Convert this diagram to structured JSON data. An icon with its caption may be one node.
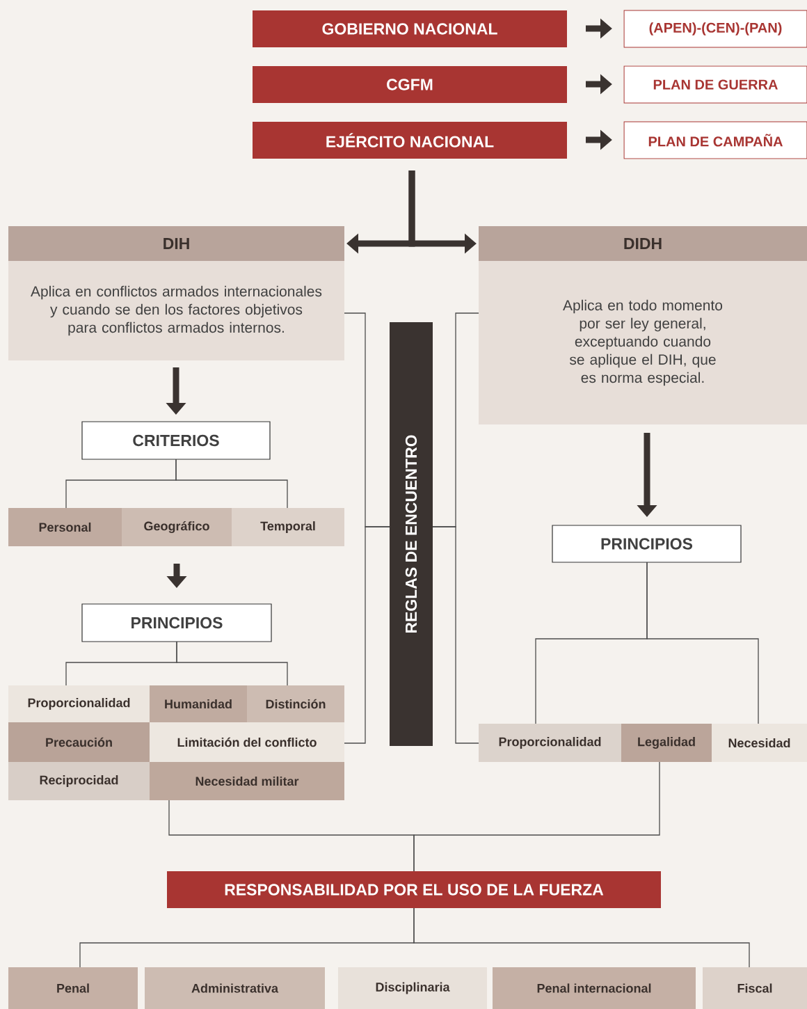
{
  "diagram": {
    "nodes": [
      {
        "text": [
          "GOBIERNO NACIONAL"
        ]
      },
      {
        "text": [
          "(APEN)-(CEN)-(PAN)"
        ]
      },
      {
        "text": [
          "CGFM"
        ]
      },
      {
        "text": [
          "PLAN DE GUERRA"
        ]
      },
      {
        "text": [
          "EJÉRCITO NACIONAL"
        ]
      },
      {
        "text": [
          "PLAN DE CAMPAÑA"
        ]
      },
      {
        "text": [
          "DIH",
          "Aplica en conflictos armados internacionales y cuando se den los factores objetivos para conflictos armados internos."
        ]
      },
      {
        "text": [
          "DIDH",
          "Aplica en todo momento por ser ley general, exceptuando cuando se aplique el DIH, que es norma especial."
        ]
      },
      {
        "text": [
          "REGLAS DE ENCUENTRO"
        ]
      },
      {
        "text": [
          "CRITERIOS"
        ]
      },
      {
        "text": [
          "Personal"
        ]
      },
      {
        "text": [
          "Geográfico"
        ]
      },
      {
        "text": [
          "Temporal"
        ]
      },
      {
        "text": [
          "PRINCIPIOS"
        ]
      },
      {
        "text": [
          "Proporcionalidad"
        ]
      },
      {
        "text": [
          "Humanidad"
        ]
      },
      {
        "text": [
          "Distinción"
        ]
      },
      {
        "text": [
          "Precaución"
        ]
      },
      {
        "text": [
          "Limitación del conflicto"
        ]
      },
      {
        "text": [
          "Reciprocidad"
        ]
      },
      {
        "text": [
          "Necesidad militar"
        ]
      },
      {
        "text": [
          "PRINCIPIOS"
        ]
      },
      {
        "text": [
          "Proporcionalidad"
        ]
      },
      {
        "text": [
          "Legalidad"
        ]
      },
      {
        "text": [
          "Necesidad"
        ]
      },
      {
        "text": [
          "RESPONSABILIDAD POR EL USO DE LA FUERZA"
        ]
      },
      {
        "text": [
          "Penal"
        ]
      },
      {
        "text": [
          "Administrativa"
        ]
      },
      {
        "text": [
          "Disciplinaria"
        ]
      },
      {
        "text": [
          "Penal internacional"
        ]
      },
      {
        "text": [
          "Fiscal"
        ]
      }
    ],
    "edges": [
      {
        "from": 0,
        "to": 1,
        "arrow": "to",
        "style": "thick"
      },
      {
        "from": 2,
        "to": 3,
        "arrow": "to",
        "style": "thick"
      },
      {
        "from": 4,
        "to": 5,
        "arrow": "to",
        "style": "thick"
      },
      {
        "from": 4,
        "to": 6,
        "arrow": "to",
        "style": "thick"
      },
      {
        "from": 4,
        "to": 7,
        "arrow": "to",
        "style": "thick"
      },
      {
        "from": 6,
        "to": 9,
        "arrow": "to",
        "style": "thick"
      },
      {
        "from": 9,
        "to": 10,
        "arrow": "none"
      },
      {
        "from": 9,
        "to": 12,
        "arrow": "none"
      },
      {
        "from": 11,
        "to": 13,
        "arrow": "to",
        "style": "thick"
      },
      {
        "from": 13,
        "to": 14,
        "arrow": "none"
      },
      {
        "from": 13,
        "to": 16,
        "arrow": "none"
      },
      {
        "from": 6,
        "to": 8,
        "arrow": "none"
      },
      {
        "from": 18,
        "to": 8,
        "arrow": "none"
      },
      {
        "from": 7,
        "to": 8,
        "arrow": "none"
      },
      {
        "from": 22,
        "to": 8,
        "arrow": "none"
      },
      {
        "from": 7,
        "to": 21,
        "arrow": "to",
        "style": "thick"
      },
      {
        "from": 21,
        "to": 22,
        "arrow": "none"
      },
      {
        "from": 21,
        "to": 24,
        "arrow": "none"
      },
      {
        "from": 20,
        "to": 25,
        "arrow": "none"
      },
      {
        "from": 23,
        "to": 25,
        "arrow": "none"
      },
      {
        "from": 25,
        "to": 26,
        "arrow": "none"
      },
      {
        "from": 25,
        "to": 30,
        "arrow": "none"
      }
    ]
  }
}
